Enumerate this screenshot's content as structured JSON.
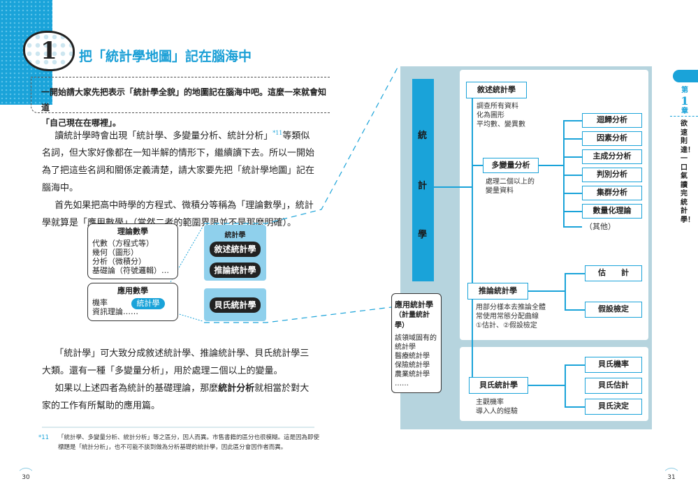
{
  "header": {
    "number": "1",
    "title": "把「統計學地圖」記在腦海中"
  },
  "intro": {
    "line1": "一開始請大家先把表示「統計學全貌」的地圖記在腦海中吧。這麼一來就會知道",
    "line2": "「自己現在在哪裡」。"
  },
  "body1": {
    "p1_a": "讀統計學時會出現「統計學、多變量分析、統計分析」",
    "p1_note": "*11",
    "p1_b": "等類似名詞，但大家好像都在一知半解的情形下，繼續讀下去。所以一開始為了把這些名詞和關係定義清楚，請大家要先把「統計學地圖」記在腦海中。",
    "p2": "首先如果把高中時學的方程式、微積分等稱為「理論數學」，統計學就算是「應用數學」（當然二者的範圍界限並不是那麼明確）。"
  },
  "small_diagram": {
    "theory": {
      "title": "理論數學",
      "items": [
        "代數（方程式等）",
        "幾何（圖形）",
        "分析（微積分）",
        "基礎論（符號邏輯）…"
      ]
    },
    "applied": {
      "title": "應用數學",
      "items": [
        "機率",
        "資訊理論……"
      ],
      "pill": "統計學"
    },
    "stats": {
      "title": "統計學",
      "items": [
        "敘述統計學",
        "推論統計學"
      ],
      "bayes": "貝氏統計學"
    }
  },
  "body2": {
    "p1": "「統計學」可大致分成敘述統計學、推論統計學、貝氏統計學三大類。還有一種「多變量分析」，用於處理二個以上的變量。",
    "p2_a": "如果以上述四者為統計的基礎理論，那麼",
    "p2_bold": "統計分析",
    "p2_b": "就相當於對大家的工作有所幫助的應用篇。"
  },
  "footnote": {
    "mark": "*11",
    "text": "「統計學、多變量分析、統計分析」等之區分，因人而異。市售書籍的區分也很模糊。這是因為即使標題是「統計分析」，也不可能不談到做為分析基礎的統計學，因此區分會因作者而異。"
  },
  "page_numbers": {
    "left": "30",
    "right": "31"
  },
  "map": {
    "root": [
      "統",
      "計",
      "學"
    ],
    "descriptive": {
      "label": "敘述統計學",
      "desc": [
        "調查所有資料",
        "化為圖形",
        "平均數、變異數"
      ]
    },
    "multivariate": {
      "label": "多變量分析",
      "desc": [
        "處理二個以上的",
        "變量資料"
      ],
      "children": [
        "迴歸分析",
        "因素分析",
        "主成分分析",
        "判別分析",
        "集群分析",
        "數量化理論"
      ],
      "other": "（其他）"
    },
    "inferential": {
      "label": "推論統計學",
      "desc": [
        "用部分樣本去推論全體",
        "常使用常態分配曲線",
        "①估計、②假設檢定"
      ],
      "children": [
        "估　　計",
        "假設檢定"
      ]
    },
    "bayesian": {
      "label": "貝氏統計學",
      "desc": [
        "主觀機率",
        "導入人的經驗"
      ],
      "children": [
        "貝氏機率",
        "貝氏估計",
        "貝氏決定"
      ]
    },
    "applied": {
      "title": "應用統計學",
      "subtitle": "（計量統計學）",
      "items": [
        "該領域固有的",
        "統計學",
        "醫療統計學",
        "保險統計學",
        "農業統計學",
        "……"
      ]
    }
  },
  "side": {
    "chapter_pre": "第",
    "chapter_num": "1",
    "chapter_post": "章",
    "title": "欲速則達！一口氣讀完統計學！"
  },
  "colors": {
    "accent": "#1aa3d9",
    "panel": "#b6d4de"
  }
}
